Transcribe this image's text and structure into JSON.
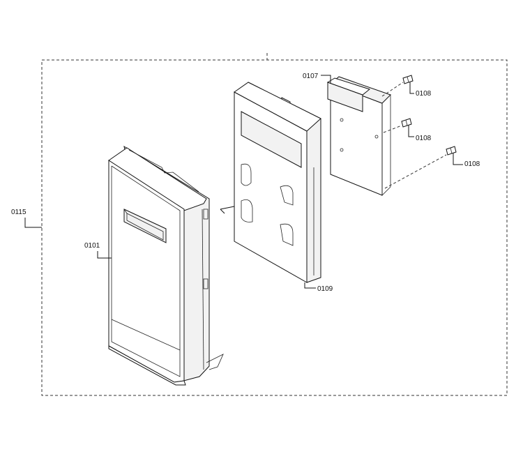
{
  "diagram": {
    "part_labels": {
      "assembly": "0115",
      "control_panel": "0101",
      "panel_frame": "0109",
      "pcb_module": "0107",
      "screw_1": "0108",
      "screw_2": "0108",
      "screw_3": "0108"
    }
  }
}
